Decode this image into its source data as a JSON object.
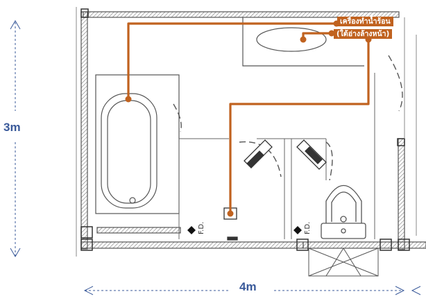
{
  "dimensions": {
    "height_label": "3m",
    "width_label": "4m"
  },
  "heater_label": {
    "line1": "เครื่องทำน้ำร้อน",
    "line2": "(ใต้อ่างล้างหน้า)"
  },
  "drain_labels": {
    "left": "F.D.",
    "right": "F.D."
  },
  "colors": {
    "pipe": "#c0621f",
    "dimension": "#3a5a9a",
    "wall": "#555555",
    "tag_background": "#c0621f"
  },
  "icons": {
    "bathtub": "bathtub-icon",
    "basin": "basin-icon",
    "toilet": "toilet-icon",
    "shower": "shower-valve-icon",
    "drain": "floor-drain-icon"
  }
}
